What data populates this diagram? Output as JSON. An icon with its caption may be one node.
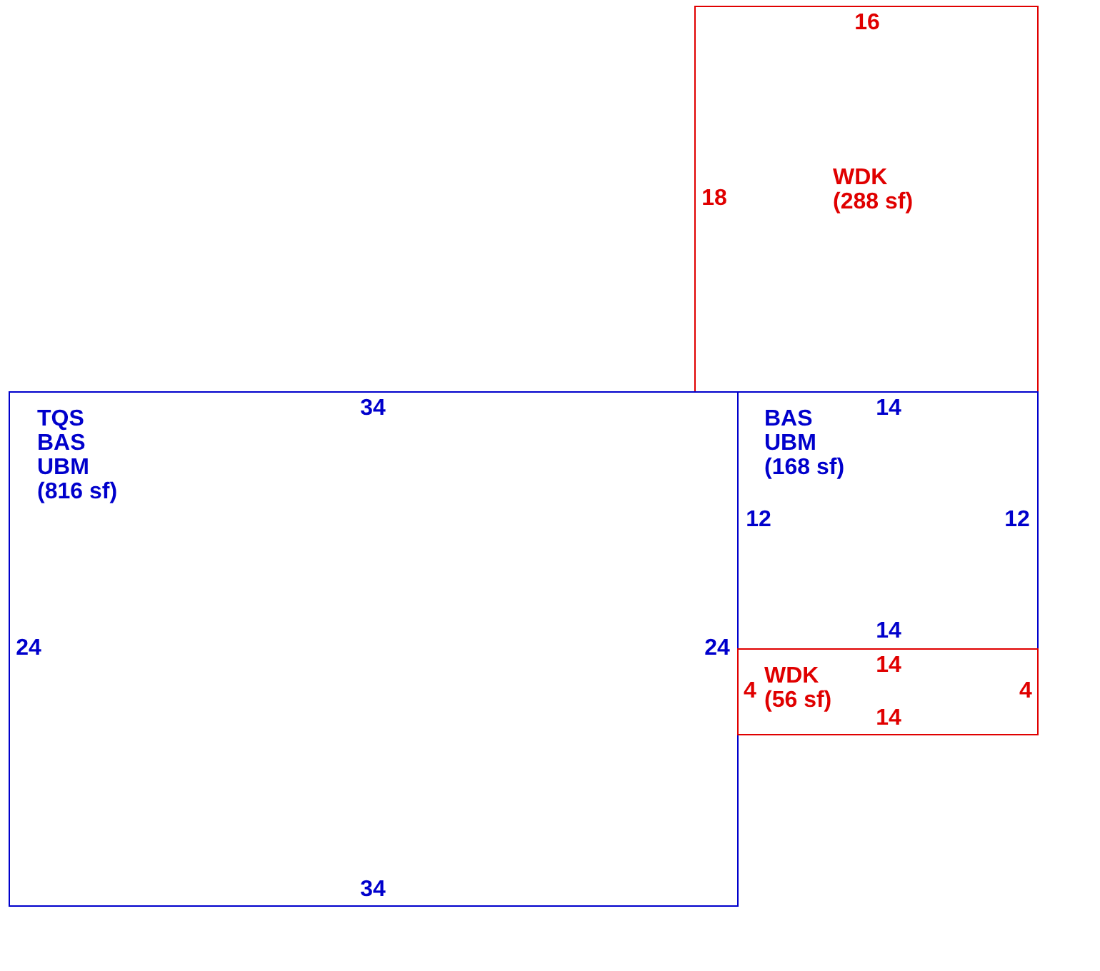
{
  "diagram": {
    "nodes": [
      {
        "text": [
          "16",
          "18",
          "WDK",
          "(288 sf)"
        ]
      },
      {
        "text": [
          "34",
          "TQS",
          "BAS",
          "UBM",
          "(816 sf)",
          "24",
          "24",
          "34"
        ]
      },
      {
        "text": [
          "BAS",
          "14",
          "UBM",
          "(168 sf)",
          "12",
          "12",
          "14"
        ]
      },
      {
        "text": [
          "14",
          "4",
          "WDK",
          "4",
          "(56 sf)",
          "14"
        ]
      }
    ]
  }
}
